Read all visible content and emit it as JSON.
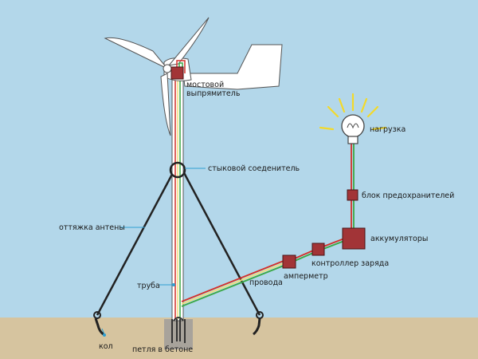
{
  "colors": {
    "sky": "#b3d7ea",
    "ground": "#d6c49f",
    "wire_red": "#d2312a",
    "wire_green": "#3aa845",
    "wire_yellow": "#f1e07a",
    "component": "#a23437",
    "pointer": "#2f9fd1",
    "bulb_rays": "#f3d92a"
  },
  "labels": {
    "rectifier": "мостовой\nвыпрямитель",
    "joint": "стыковой соеденитель",
    "guy_wire": "оттяжка антены",
    "pipe": "труба",
    "stake": "кол",
    "loop": "петля в бетоне",
    "wires": "провода",
    "ammeter": "амперметр",
    "charge_controller": "контроллер заряда",
    "batteries": "аккумуляторы",
    "fuse_block": "блок предохранителей",
    "load": "нагрузка"
  },
  "icons": {
    "bulb": "light-bulb-icon",
    "turbine": "wind-turbine-icon"
  }
}
